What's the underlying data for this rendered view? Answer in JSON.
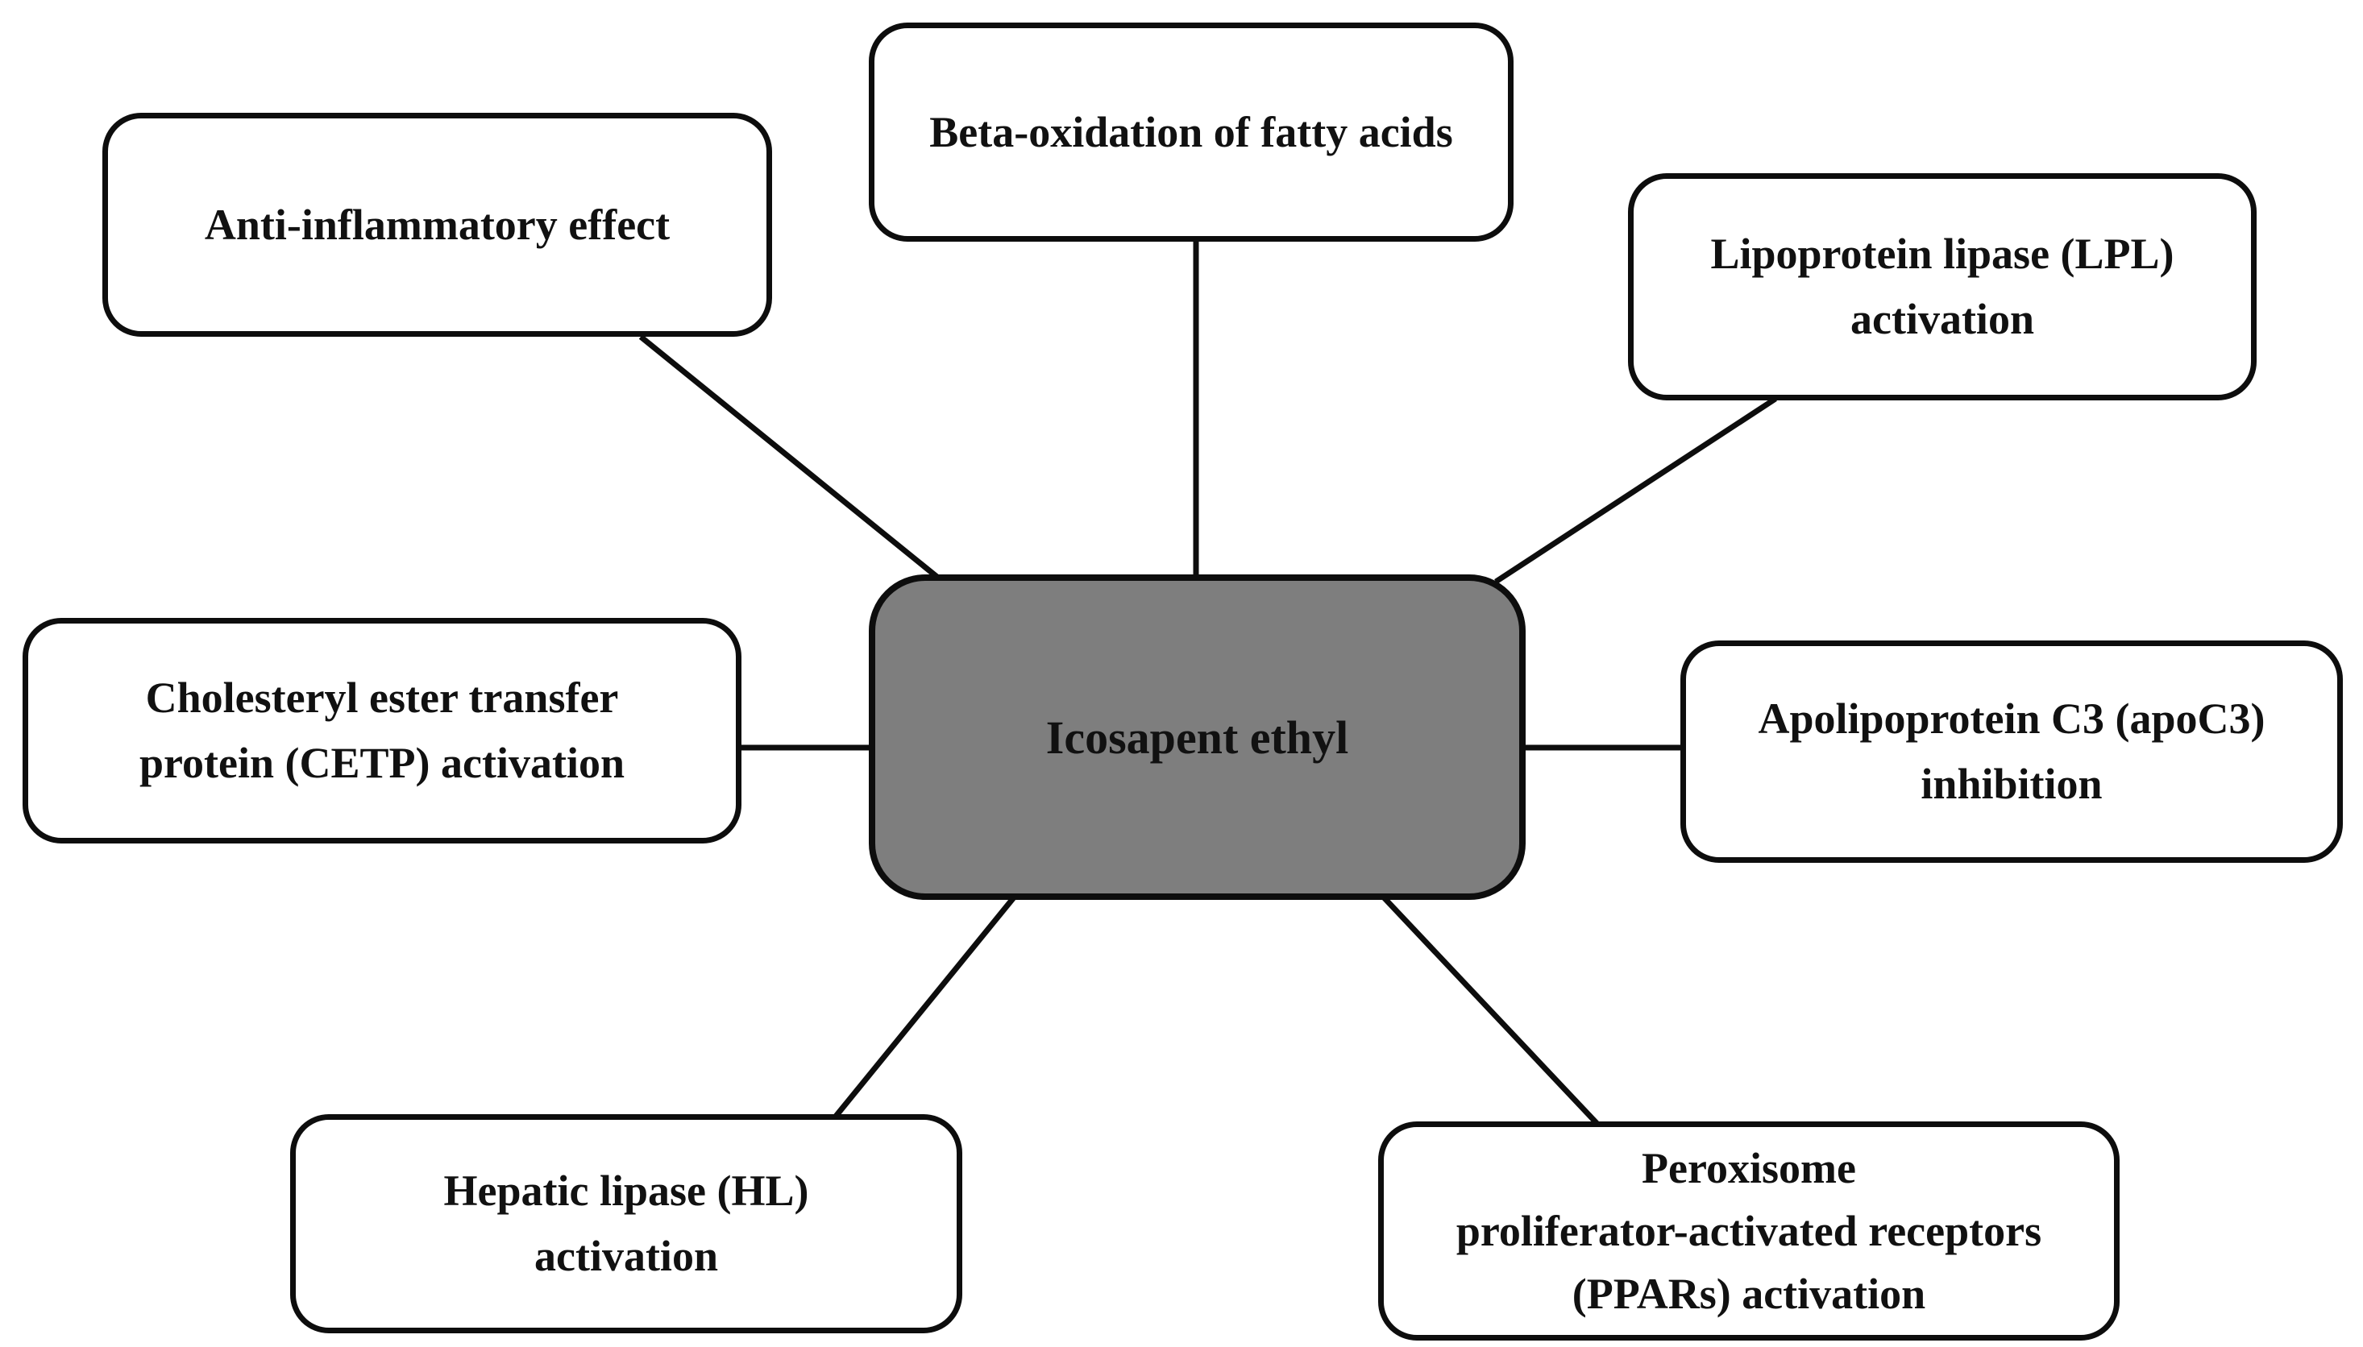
{
  "diagram": {
    "title_note": "",
    "center": {
      "id": "icosapent-ethyl",
      "label": "Icosapent ethyl"
    },
    "nodes": [
      {
        "id": "anti-inflammatory",
        "label": "Anti-inflammatory effect"
      },
      {
        "id": "beta-oxidation",
        "label": "Beta-oxidation of fatty acids"
      },
      {
        "id": "lpl-activation",
        "label": "Lipoprotein lipase (LPL)\nactivation"
      },
      {
        "id": "cetp-activation",
        "label": "Cholesteryl ester transfer\nprotein (CETP) activation"
      },
      {
        "id": "apoc3-inhibition",
        "label": "Apolipoprotein C3 (apoC3)\ninhibition"
      },
      {
        "id": "hl-activation",
        "label": "Hepatic lipase (HL)\nactivation"
      },
      {
        "id": "ppars-activation",
        "label": "Peroxisome\nproliferator-activated receptors\n(PPARs) activation"
      }
    ],
    "edges": [
      [
        "icosapent-ethyl",
        "anti-inflammatory"
      ],
      [
        "icosapent-ethyl",
        "beta-oxidation"
      ],
      [
        "icosapent-ethyl",
        "lpl-activation"
      ],
      [
        "icosapent-ethyl",
        "cetp-activation"
      ],
      [
        "icosapent-ethyl",
        "apoc3-inhibition"
      ],
      [
        "icosapent-ethyl",
        "hl-activation"
      ],
      [
        "icosapent-ethyl",
        "ppars-activation"
      ]
    ],
    "colors": {
      "background": "#ffffff",
      "center_fill": "#7e7e7e",
      "node_fill": "#ffffff",
      "stroke": "#0d0d0d",
      "text": "#111111"
    }
  }
}
